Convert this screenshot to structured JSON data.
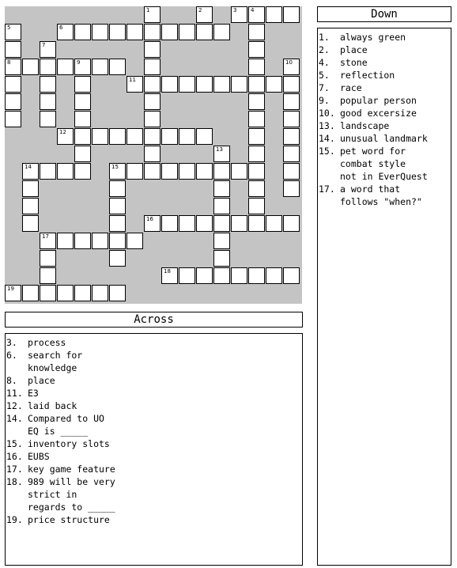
{
  "grid": {
    "size": 17,
    "cells": [
      [
        0,
        8,
        "1"
      ],
      [
        0,
        11,
        "2"
      ],
      [
        0,
        13,
        "3"
      ],
      [
        0,
        14,
        "4"
      ],
      [
        0,
        15,
        ""
      ],
      [
        0,
        16,
        ""
      ],
      [
        1,
        0,
        "5"
      ],
      [
        1,
        3,
        "6"
      ],
      [
        1,
        4,
        ""
      ],
      [
        1,
        5,
        ""
      ],
      [
        1,
        6,
        ""
      ],
      [
        1,
        7,
        ""
      ],
      [
        1,
        8,
        ""
      ],
      [
        1,
        9,
        ""
      ],
      [
        1,
        10,
        ""
      ],
      [
        1,
        11,
        ""
      ],
      [
        1,
        12,
        ""
      ],
      [
        1,
        14,
        ""
      ],
      [
        2,
        0,
        ""
      ],
      [
        2,
        2,
        "7"
      ],
      [
        2,
        8,
        ""
      ],
      [
        2,
        14,
        ""
      ],
      [
        3,
        0,
        "8"
      ],
      [
        3,
        1,
        ""
      ],
      [
        3,
        2,
        ""
      ],
      [
        3,
        3,
        ""
      ],
      [
        3,
        4,
        "9"
      ],
      [
        3,
        5,
        ""
      ],
      [
        3,
        6,
        ""
      ],
      [
        3,
        8,
        ""
      ],
      [
        3,
        14,
        ""
      ],
      [
        3,
        16,
        "10"
      ],
      [
        4,
        0,
        ""
      ],
      [
        4,
        2,
        ""
      ],
      [
        4,
        4,
        ""
      ],
      [
        4,
        7,
        "11"
      ],
      [
        4,
        8,
        ""
      ],
      [
        4,
        9,
        ""
      ],
      [
        4,
        10,
        ""
      ],
      [
        4,
        11,
        ""
      ],
      [
        4,
        12,
        ""
      ],
      [
        4,
        13,
        ""
      ],
      [
        4,
        14,
        ""
      ],
      [
        4,
        15,
        ""
      ],
      [
        4,
        16,
        ""
      ],
      [
        5,
        0,
        ""
      ],
      [
        5,
        2,
        ""
      ],
      [
        5,
        4,
        ""
      ],
      [
        5,
        8,
        ""
      ],
      [
        5,
        14,
        ""
      ],
      [
        5,
        16,
        ""
      ],
      [
        6,
        0,
        ""
      ],
      [
        6,
        2,
        ""
      ],
      [
        6,
        4,
        ""
      ],
      [
        6,
        8,
        ""
      ],
      [
        6,
        14,
        ""
      ],
      [
        6,
        16,
        ""
      ],
      [
        7,
        3,
        "12"
      ],
      [
        7,
        4,
        ""
      ],
      [
        7,
        5,
        ""
      ],
      [
        7,
        6,
        ""
      ],
      [
        7,
        7,
        ""
      ],
      [
        7,
        8,
        ""
      ],
      [
        7,
        9,
        ""
      ],
      [
        7,
        10,
        ""
      ],
      [
        7,
        11,
        ""
      ],
      [
        7,
        14,
        ""
      ],
      [
        7,
        16,
        ""
      ],
      [
        8,
        4,
        ""
      ],
      [
        8,
        8,
        ""
      ],
      [
        8,
        12,
        "13"
      ],
      [
        8,
        14,
        ""
      ],
      [
        8,
        16,
        ""
      ],
      [
        9,
        1,
        "14"
      ],
      [
        9,
        2,
        ""
      ],
      [
        9,
        3,
        ""
      ],
      [
        9,
        4,
        ""
      ],
      [
        9,
        6,
        "15"
      ],
      [
        9,
        7,
        ""
      ],
      [
        9,
        8,
        ""
      ],
      [
        9,
        9,
        ""
      ],
      [
        9,
        10,
        ""
      ],
      [
        9,
        11,
        ""
      ],
      [
        9,
        12,
        ""
      ],
      [
        9,
        13,
        ""
      ],
      [
        9,
        14,
        ""
      ],
      [
        9,
        16,
        ""
      ],
      [
        10,
        1,
        ""
      ],
      [
        10,
        6,
        ""
      ],
      [
        10,
        12,
        ""
      ],
      [
        10,
        14,
        ""
      ],
      [
        10,
        16,
        ""
      ],
      [
        11,
        1,
        ""
      ],
      [
        11,
        6,
        ""
      ],
      [
        11,
        12,
        ""
      ],
      [
        11,
        14,
        ""
      ],
      [
        12,
        1,
        ""
      ],
      [
        12,
        6,
        ""
      ],
      [
        12,
        8,
        "16"
      ],
      [
        12,
        9,
        ""
      ],
      [
        12,
        10,
        ""
      ],
      [
        12,
        11,
        ""
      ],
      [
        12,
        12,
        ""
      ],
      [
        12,
        13,
        ""
      ],
      [
        12,
        14,
        ""
      ],
      [
        12,
        15,
        ""
      ],
      [
        12,
        16,
        ""
      ],
      [
        13,
        2,
        "17"
      ],
      [
        13,
        3,
        ""
      ],
      [
        13,
        4,
        ""
      ],
      [
        13,
        5,
        ""
      ],
      [
        13,
        6,
        ""
      ],
      [
        13,
        7,
        ""
      ],
      [
        13,
        12,
        ""
      ],
      [
        14,
        2,
        ""
      ],
      [
        14,
        6,
        ""
      ],
      [
        14,
        12,
        ""
      ],
      [
        15,
        2,
        ""
      ],
      [
        15,
        9,
        "18"
      ],
      [
        15,
        10,
        ""
      ],
      [
        15,
        11,
        ""
      ],
      [
        15,
        12,
        ""
      ],
      [
        15,
        13,
        ""
      ],
      [
        15,
        14,
        ""
      ],
      [
        15,
        15,
        ""
      ],
      [
        15,
        16,
        ""
      ],
      [
        16,
        0,
        "19"
      ],
      [
        16,
        1,
        ""
      ],
      [
        16,
        2,
        ""
      ],
      [
        16,
        3,
        ""
      ],
      [
        16,
        4,
        ""
      ],
      [
        16,
        5,
        ""
      ],
      [
        16,
        6,
        ""
      ]
    ]
  },
  "across": {
    "title": "Across",
    "clues": [
      {
        "n": "3.",
        "lines": [
          "process"
        ]
      },
      {
        "n": "6.",
        "lines": [
          "search for",
          "knowledge"
        ]
      },
      {
        "n": "8.",
        "lines": [
          "place"
        ]
      },
      {
        "n": "11.",
        "lines": [
          "E3"
        ]
      },
      {
        "n": "12.",
        "lines": [
          "laid back"
        ]
      },
      {
        "n": "14.",
        "lines": [
          "Compared to UO",
          "EQ is _____"
        ]
      },
      {
        "n": "15.",
        "lines": [
          "inventory slots"
        ]
      },
      {
        "n": "16.",
        "lines": [
          "EUBS"
        ]
      },
      {
        "n": "17.",
        "lines": [
          "key game feature"
        ]
      },
      {
        "n": "18.",
        "lines": [
          "989 will be very",
          "strict in",
          "regards to _____"
        ]
      },
      {
        "n": "19.",
        "lines": [
          "price structure"
        ]
      }
    ]
  },
  "down": {
    "title": "Down",
    "clues": [
      {
        "n": "1.",
        "lines": [
          "always green"
        ]
      },
      {
        "n": "2.",
        "lines": [
          "place"
        ]
      },
      {
        "n": "4.",
        "lines": [
          "stone"
        ]
      },
      {
        "n": "5.",
        "lines": [
          "reflection"
        ]
      },
      {
        "n": "7.",
        "lines": [
          "race"
        ]
      },
      {
        "n": "9.",
        "lines": [
          "popular person"
        ]
      },
      {
        "n": "10.",
        "lines": [
          "good excersize"
        ]
      },
      {
        "n": "13.",
        "lines": [
          "landscape"
        ]
      },
      {
        "n": "14.",
        "lines": [
          "unusual landmark"
        ]
      },
      {
        "n": "15.",
        "lines": [
          "pet word for",
          "combat style",
          "not in EverQuest"
        ]
      },
      {
        "n": "17.",
        "lines": [
          "a word that",
          "follows \"when?\""
        ]
      }
    ]
  }
}
